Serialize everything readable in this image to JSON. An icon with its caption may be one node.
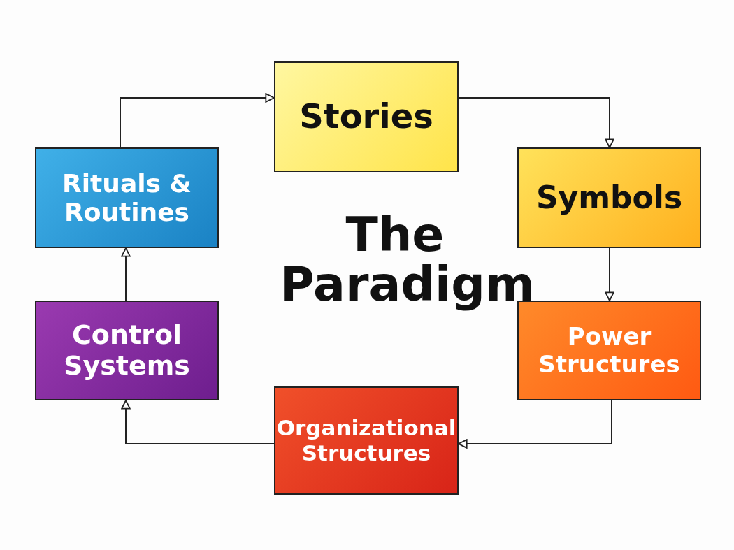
{
  "diagram": {
    "title": "The Paradigm",
    "nodes": [
      {
        "text": [
          "Stories"
        ]
      },
      {
        "text": [
          "Symbols"
        ]
      },
      {
        "text": [
          "Power Structures"
        ]
      },
      {
        "text": [
          "Organizational Structures"
        ]
      },
      {
        "text": [
          "Control Systems"
        ]
      },
      {
        "text": [
          "Rituals & Routines"
        ]
      }
    ],
    "edges": [
      {
        "from": 0,
        "to": 1,
        "arrow": "to"
      },
      {
        "from": 1,
        "to": 2,
        "arrow": "to"
      },
      {
        "from": 2,
        "to": 3,
        "arrow": "to"
      },
      {
        "from": 3,
        "to": 4,
        "arrow": "to"
      },
      {
        "from": 4,
        "to": 5,
        "arrow": "to"
      },
      {
        "from": 5,
        "to": 0,
        "arrow": "to"
      }
    ]
  }
}
